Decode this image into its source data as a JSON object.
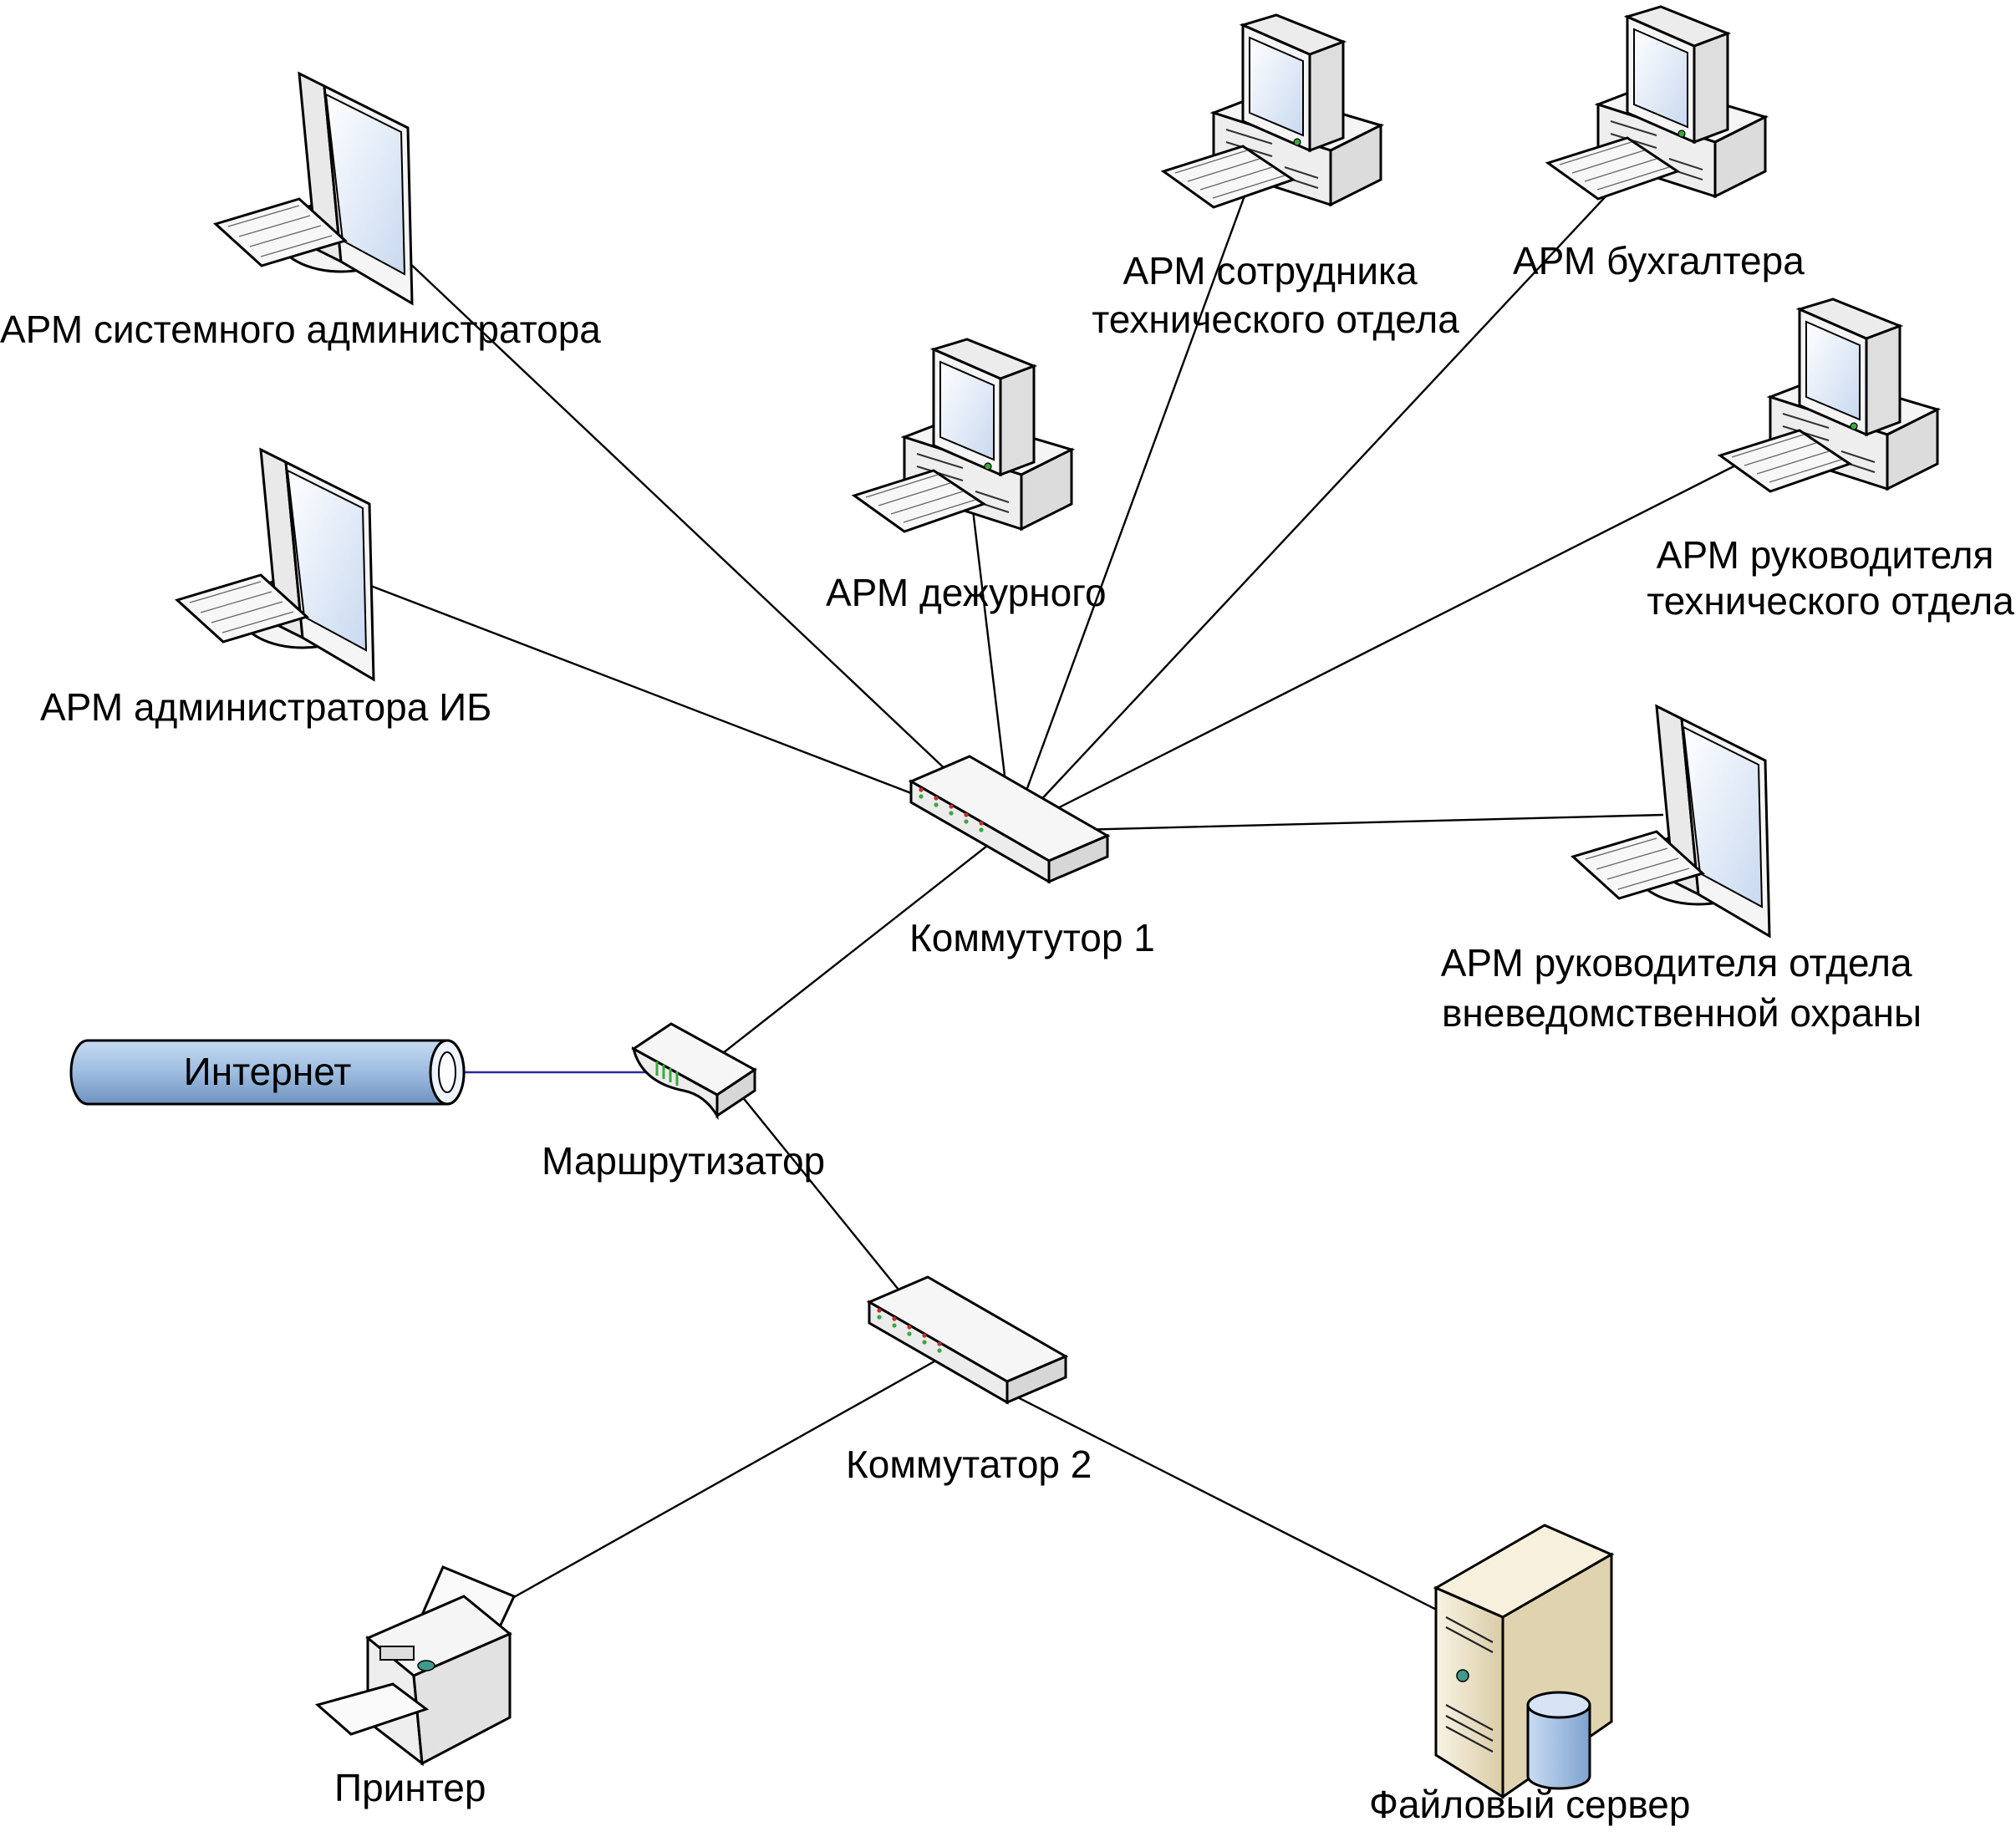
{
  "nodes": {
    "arm_sysadmin": {
      "lines": [
        "АРМ системного администратора"
      ],
      "icon": "monitor-icon"
    },
    "arm_ib_admin": {
      "lines": [
        "АРМ администратора ИБ"
      ],
      "icon": "monitor-icon"
    },
    "arm_duty": {
      "lines": [
        "АРМ дежурного"
      ],
      "icon": "desktop-computer-icon"
    },
    "arm_tech_employee": {
      "lines": [
        "АРМ сотрудника",
        "технического отдела"
      ],
      "icon": "desktop-computer-icon"
    },
    "arm_accountant": {
      "lines": [
        "АРМ бухгалтера"
      ],
      "icon": "desktop-computer-icon"
    },
    "arm_tech_head": {
      "lines": [
        "АРМ руководителя",
        "технического отдела"
      ],
      "icon": "desktop-computer-icon"
    },
    "arm_security_head": {
      "lines": [
        "АРМ руководителя отдела",
        "вневедомственной охраны"
      ],
      "icon": "monitor-icon"
    },
    "switch1": {
      "lines": [
        "Коммутутор 1"
      ],
      "icon": "switch-icon"
    },
    "switch2": {
      "lines": [
        "Коммутатор 2"
      ],
      "icon": "switch-icon"
    },
    "router": {
      "lines": [
        "Маршрутизатор"
      ],
      "icon": "router-icon"
    },
    "internet": {
      "lines": [
        "Интернет"
      ],
      "icon": "internet-cylinder-icon"
    },
    "printer": {
      "lines": [
        "Принтер"
      ],
      "icon": "printer-icon"
    },
    "file_server": {
      "lines": [
        "Файловый сервер"
      ],
      "icon": "file-server-icon"
    }
  },
  "connections": [
    [
      "switch1",
      "arm_sysadmin"
    ],
    [
      "switch1",
      "arm_ib_admin"
    ],
    [
      "switch1",
      "arm_duty"
    ],
    [
      "switch1",
      "arm_tech_employee"
    ],
    [
      "switch1",
      "arm_accountant"
    ],
    [
      "switch1",
      "arm_tech_head"
    ],
    [
      "switch1",
      "arm_security_head"
    ],
    [
      "switch1",
      "router"
    ],
    [
      "router",
      "internet"
    ],
    [
      "router",
      "switch2"
    ],
    [
      "switch2",
      "printer"
    ],
    [
      "switch2",
      "file_server"
    ]
  ],
  "colors": {
    "screen": "#dde8f7",
    "case": "#f2f2f2",
    "internet": "#9dbcdf",
    "server": "#ece3c8",
    "db": "#9dbcdf",
    "router_led": "#3aa83a",
    "internet_link": "#2a2aa0"
  }
}
